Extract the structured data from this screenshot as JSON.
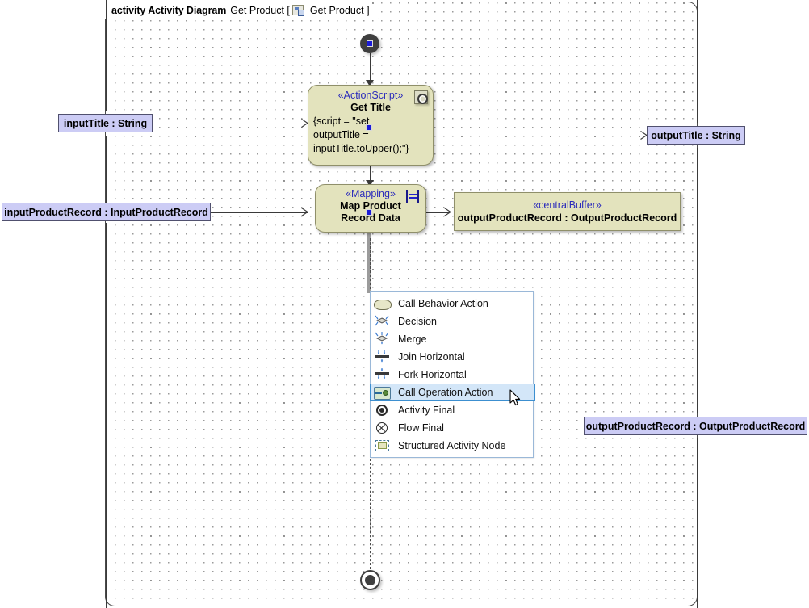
{
  "frame": {
    "keyword": "activity Activity Diagram",
    "name": "Get Product [",
    "icon": "diagram-icon",
    "qualifier": "Get Product ]"
  },
  "nodes": {
    "initial": {
      "name": "initial-node",
      "label": ""
    },
    "get_title": {
      "stereotype": "«ActionScript»",
      "name": "Get Title",
      "body_line1": "{script = \"set",
      "body_line2": "outputTitle =",
      "body_line3": "inputTitle.toUpper();\"}",
      "icon": "actionscript-icon"
    },
    "map_product": {
      "stereotype": "«Mapping»",
      "name_line1": "Map Product",
      "name_line2": "Record Data",
      "icon": "mapping-icon"
    },
    "central_buffer": {
      "stereotype": "«centralBuffer»",
      "name": "outputProductRecord : OutputProductRecord"
    },
    "activity_final": {
      "name": "activity-final-node",
      "label": ""
    }
  },
  "pins": {
    "input_title": "inputTitle : String",
    "input_product_record": "inputProductRecord : InputProductRecord",
    "output_title": "outputTitle : String",
    "output_product_record": "outputProductRecord : OutputProductRecord"
  },
  "context_menu": {
    "selected_index": 5,
    "items": [
      {
        "label": "Call Behavior Action",
        "icon": "call-behavior-action-icon"
      },
      {
        "label": "Decision",
        "icon": "decision-icon"
      },
      {
        "label": "Merge",
        "icon": "merge-icon"
      },
      {
        "label": "Join Horizontal",
        "icon": "join-horizontal-icon"
      },
      {
        "label": "Fork Horizontal",
        "icon": "fork-horizontal-icon"
      },
      {
        "label": "Call Operation Action",
        "icon": "call-operation-action-icon"
      },
      {
        "label": "Activity Final",
        "icon": "activity-final-icon"
      },
      {
        "label": "Flow Final",
        "icon": "flow-final-icon"
      },
      {
        "label": "Structured Activity Node",
        "icon": "structured-activity-node-icon"
      }
    ]
  },
  "colors": {
    "action_fill": "#e3e3bd",
    "action_border": "#8f8f6a",
    "pin_fill": "#ccccf5",
    "pin_border": "#50506e",
    "stereotype_text": "#2b2bbb",
    "menu_highlight": "#d3e6f8",
    "menu_highlight_border": "#3c8fd0",
    "selection_handle": "#1b1bd8"
  }
}
